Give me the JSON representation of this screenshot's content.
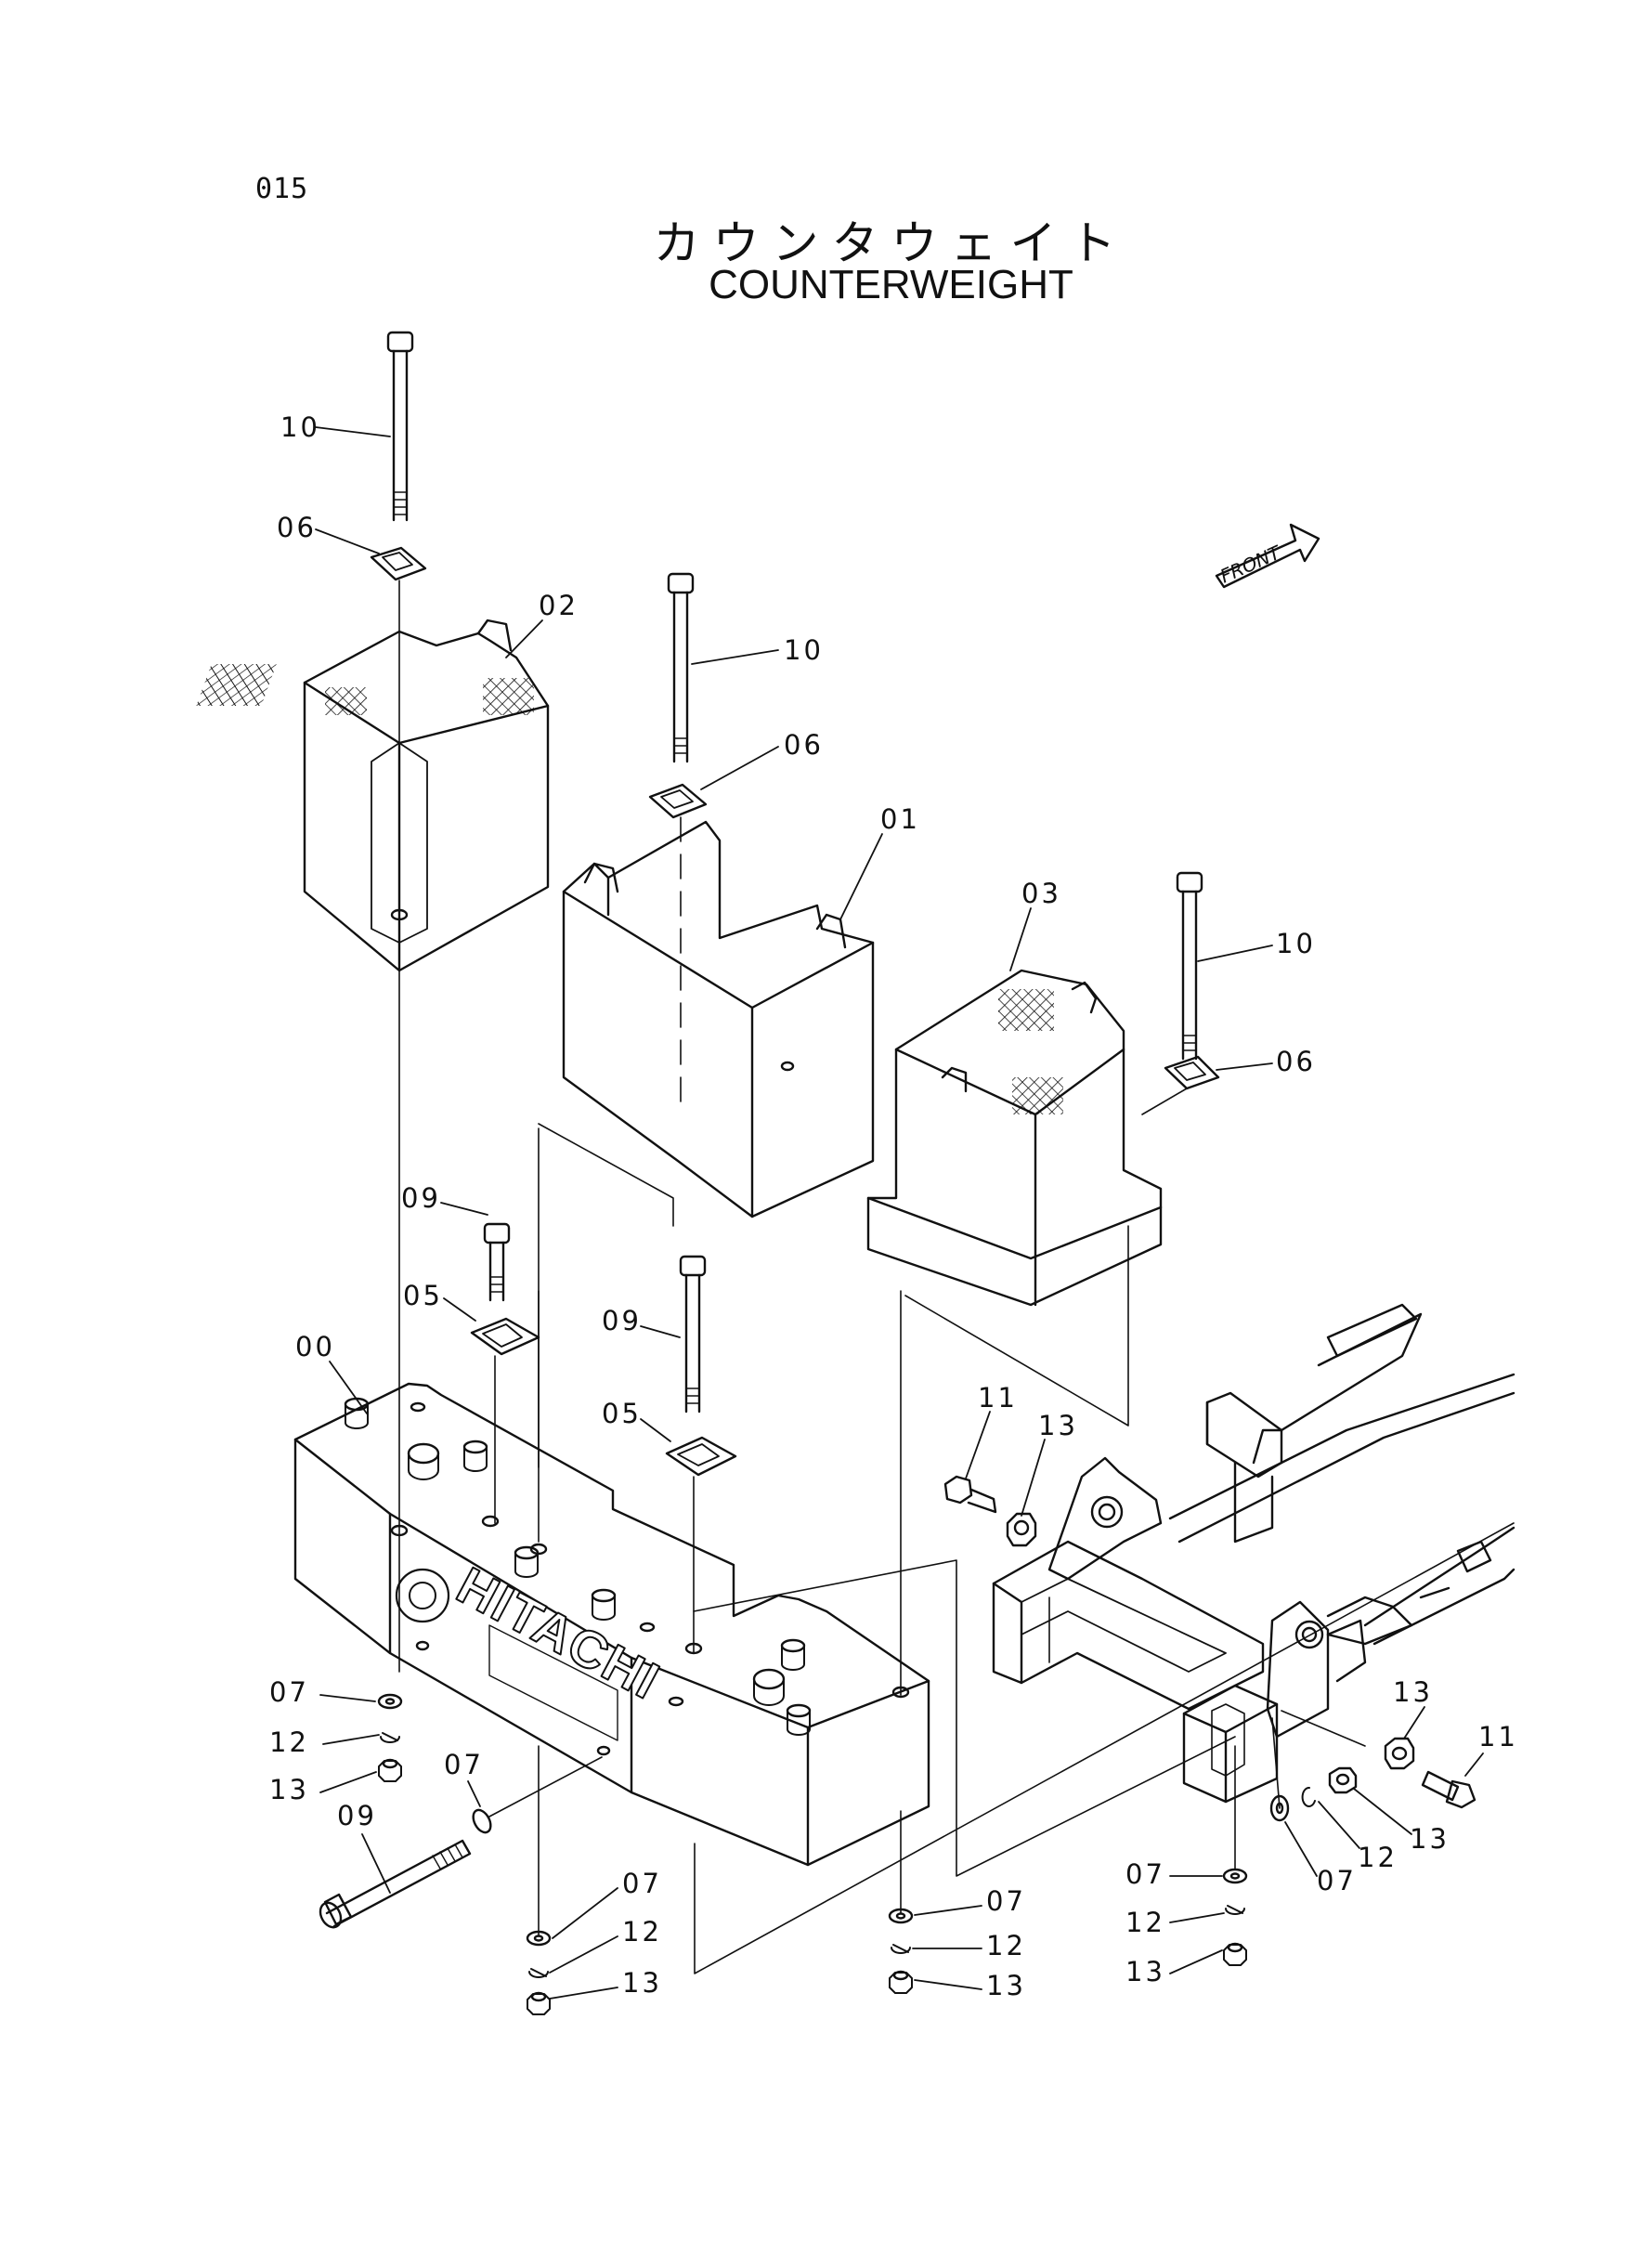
{
  "page": {
    "number": "015"
  },
  "title": {
    "japanese": "カウンタウェイト",
    "english": "COUNTERWEIGHT"
  },
  "front_marker": {
    "text": "FRONT"
  },
  "brand": {
    "text": "HITACHI"
  },
  "callouts": [
    "10",
    "06",
    "02",
    "10",
    "06",
    "01",
    "03",
    "10",
    "06",
    "09",
    "05",
    "00",
    "09",
    "05",
    "11",
    "13",
    "07",
    "12",
    "13",
    "07",
    "09",
    "07",
    "12",
    "13",
    "07",
    "12",
    "13",
    "13",
    "11",
    "07",
    "12",
    "13",
    "07",
    "12",
    "13"
  ]
}
